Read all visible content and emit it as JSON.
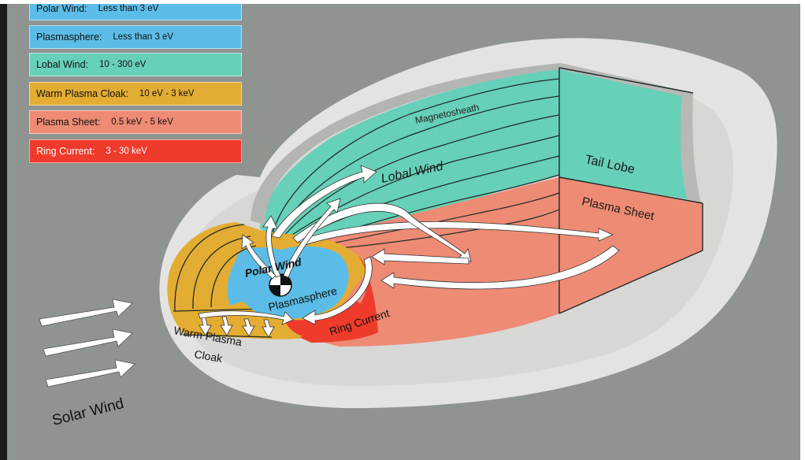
{
  "legend": [
    {
      "name": "Polar Wind:",
      "range": "Less than 3 eV",
      "color": "#5bbde7"
    },
    {
      "name": "Plasmasphere:",
      "range": "Less than 3 eV",
      "color": "#5bbde7"
    },
    {
      "name": "Lobal Wind:",
      "range": "10 - 300 eV",
      "color": "#67d0b8"
    },
    {
      "name": "Warm Plasma Cloak:",
      "range": "10 eV - 3 keV",
      "color": "#e3ac32"
    },
    {
      "name": "Plasma Sheet:",
      "range": "0.5 keV - 5 keV",
      "color": "#ee8b74"
    },
    {
      "name": "Ring Current:",
      "range": "3 - 30 keV",
      "color": "#ef3b2c"
    }
  ],
  "labels": {
    "magnetosheath": "Magnetosheath",
    "lobal_wind": "Lobal Wind",
    "tail_lobe": "Tail Lobe",
    "plasma_sheet": "Plasma Sheet",
    "polar_wind": "Polar Wind",
    "plasmasphere": "Plasmasphere",
    "ring_current": "Ring Current",
    "warm_plasma_line1": "Warm Plasma",
    "warm_plasma_line2": "Cloak",
    "solar_wind": "Solar Wind"
  }
}
